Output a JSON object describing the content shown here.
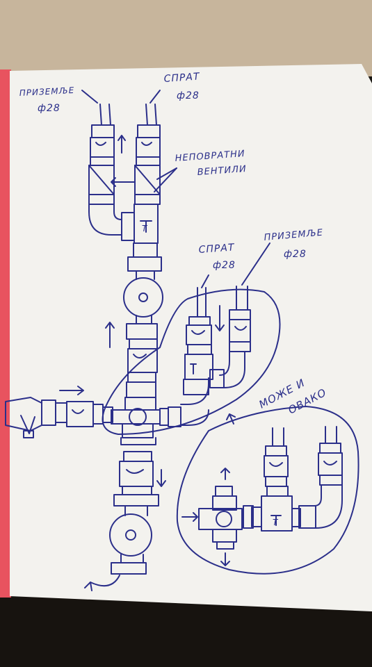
{
  "labels": {
    "ground_top": "ПРИЗЕМЉЕ",
    "ground_top_dia": "ф28",
    "floor_top": "СПРАТ",
    "floor_top_dia": "ф28",
    "check_valves_1": "НЕПОВРАТНИ",
    "check_valves_2": "ВЕНТИЛИ",
    "floor_mid": "СПРАТ",
    "floor_mid_dia": "ф28",
    "ground_mid": "ПРИЗЕМЉЕ",
    "ground_mid_dia": "ф28",
    "alt_1": "МОЖЕ И",
    "alt_2": "ОВАКО",
    "valve_mark": "T"
  },
  "colors": {
    "ink": "#2b2f8a",
    "paper": "#f4f3ef",
    "desk": "#c9b8a0",
    "margin": "#e8535f"
  }
}
